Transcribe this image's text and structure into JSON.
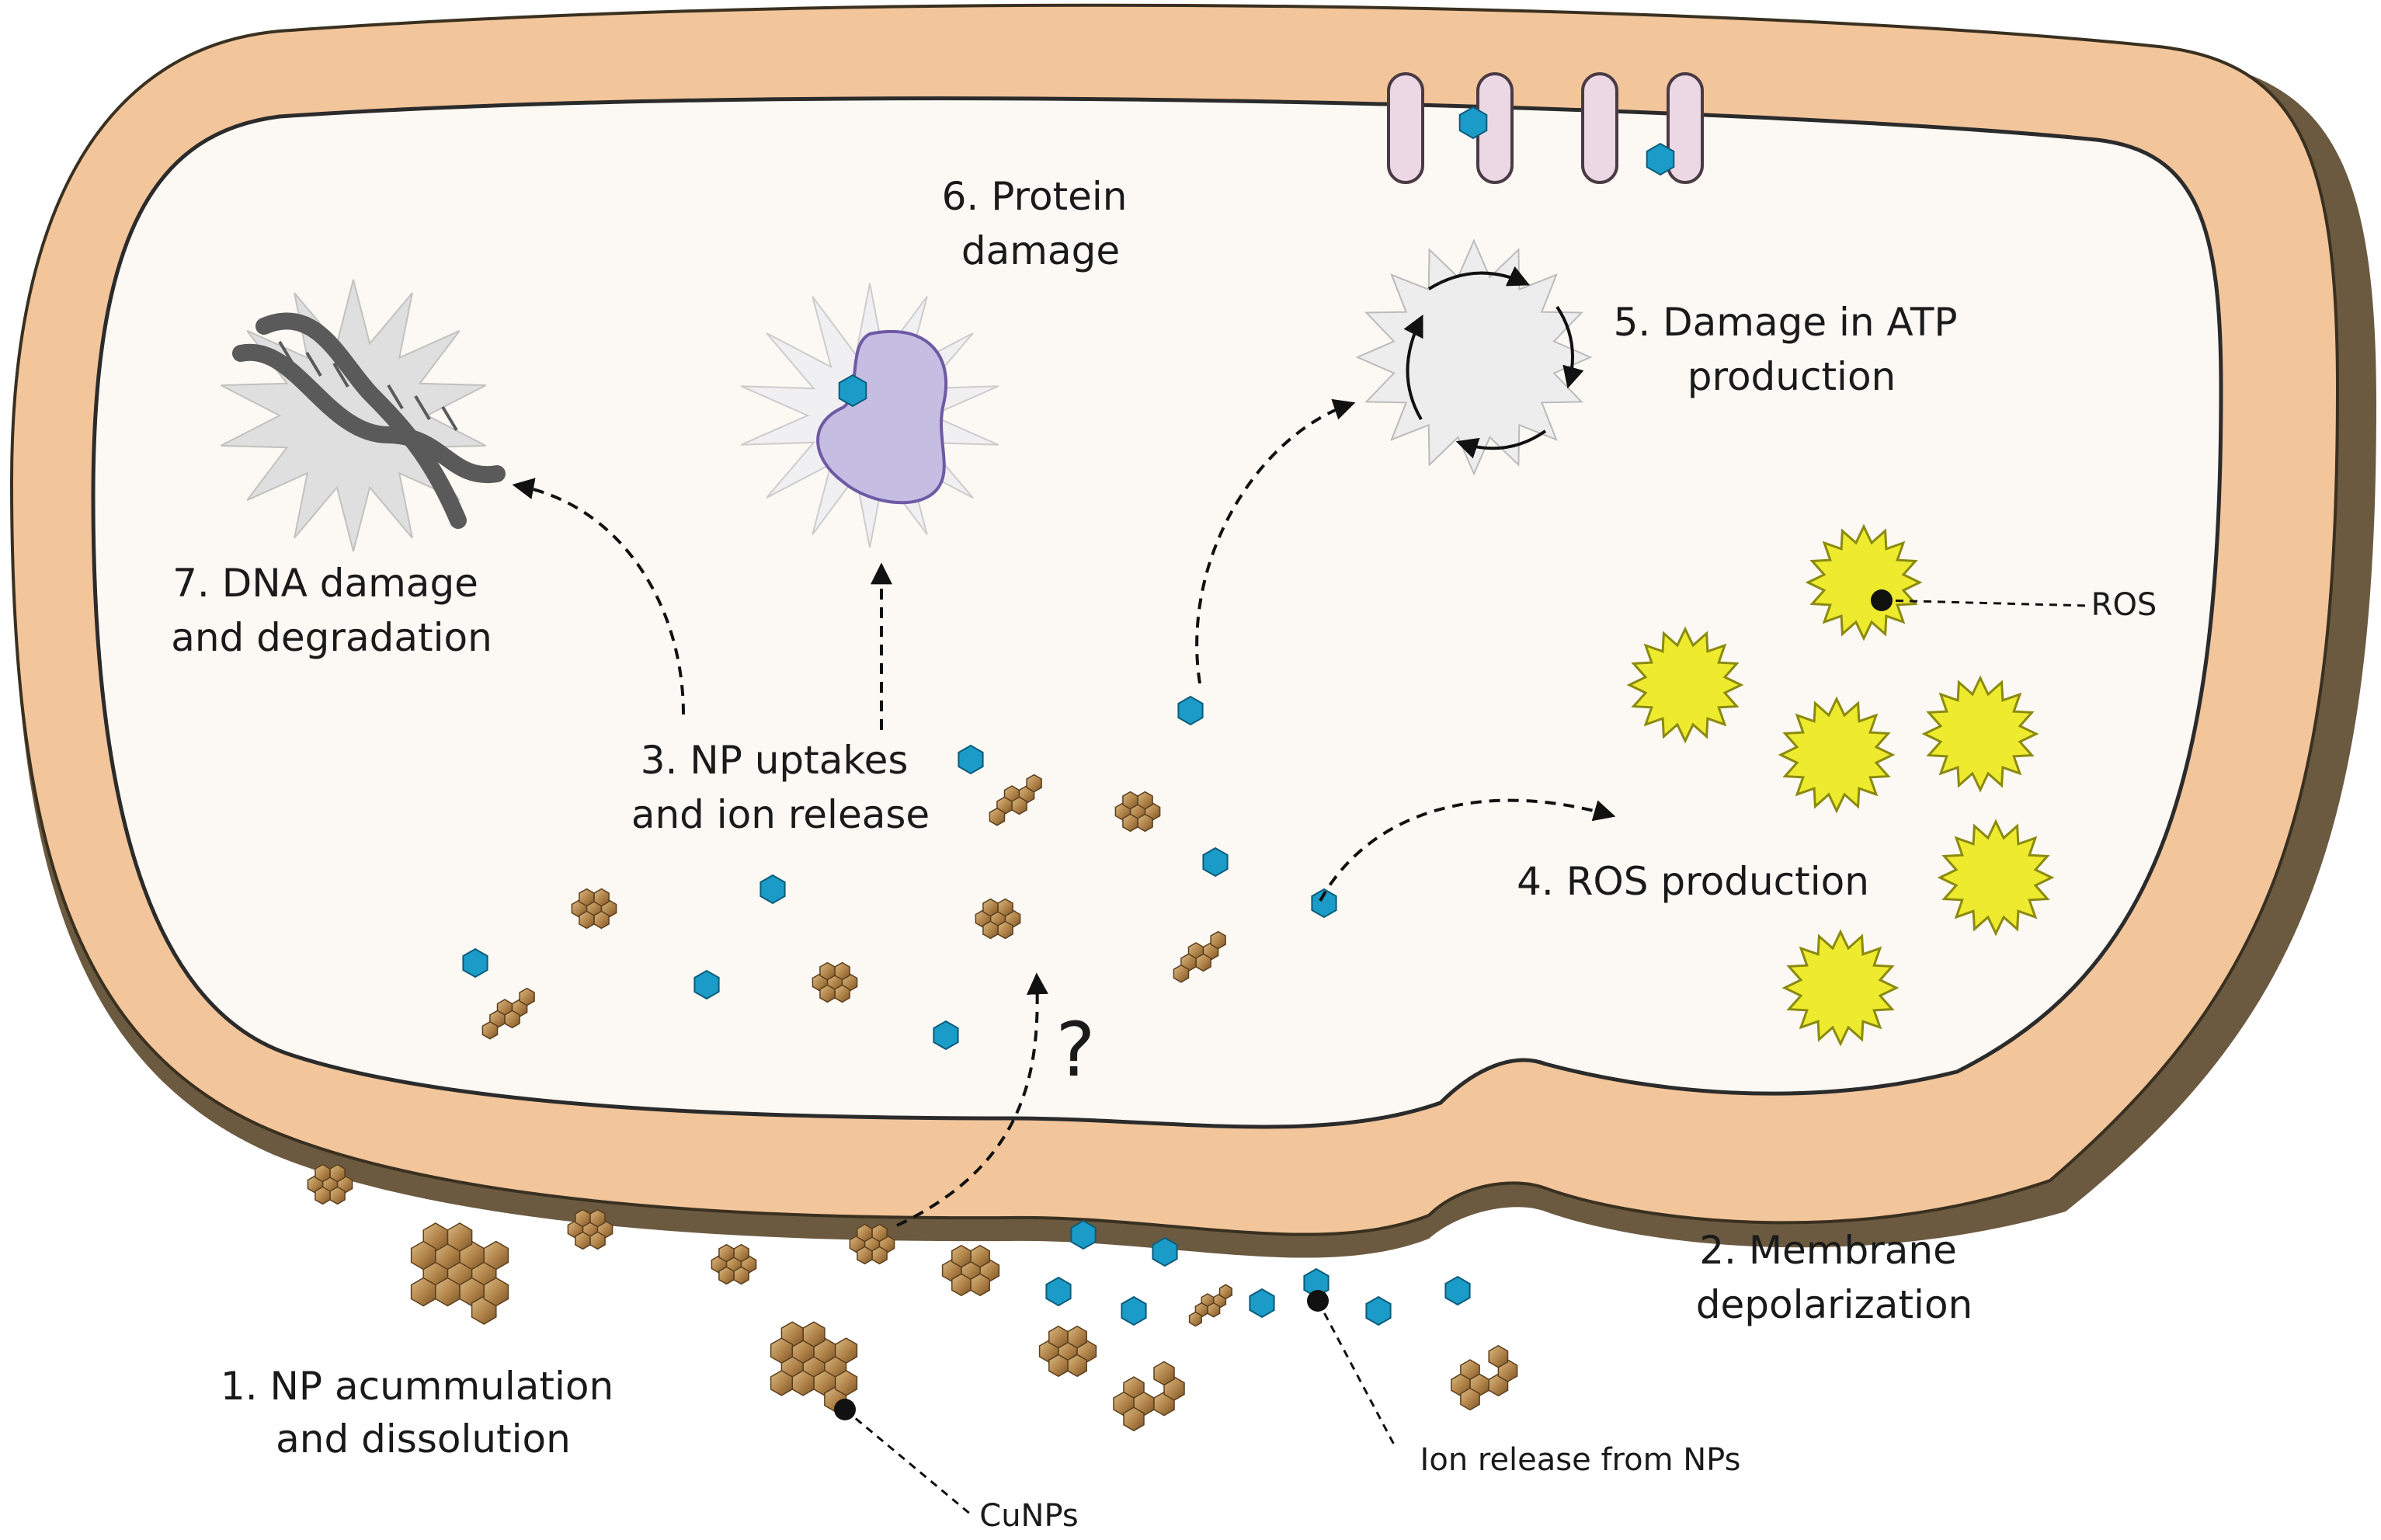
{
  "labels": {
    "step1": [
      "1. NP  acummulation",
      "and dissolution"
    ],
    "step2": [
      "2. Membrane",
      "depolarization"
    ],
    "step3": [
      "3. NP uptakes",
      "and ion release"
    ],
    "step4": [
      "4. ROS production"
    ],
    "step5": [
      "5. Damage in ATP",
      "production"
    ],
    "step6": [
      "6. Protein",
      "damage"
    ],
    "step7": [
      "7. DNA damage",
      "and degradation"
    ],
    "ros": "ROS",
    "cunps": "CuNPs",
    "ion_release": "Ion release from NPs",
    "question": "?"
  },
  "colors": {
    "cell_wall": "#f2c59b",
    "cell_wall_shadow": "#6b5a40",
    "cytoplasm": "#fcf9f4",
    "membrane_line": "#2b2b2b",
    "ion": "#1b9bc8",
    "nanoparticle": "#b8905a",
    "ros": "#eeea2e",
    "protein": "#c6bde3",
    "channel": "#ecd8e5",
    "dna": "#5a5a5a",
    "halo": "#dddddd"
  }
}
